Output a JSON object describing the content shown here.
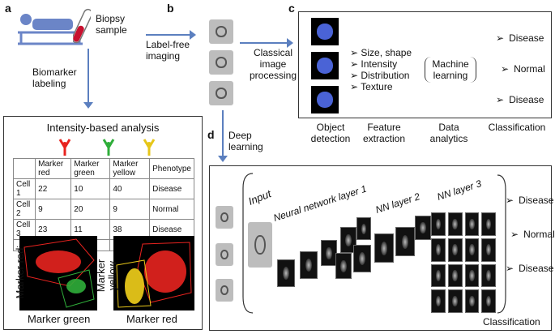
{
  "panels": {
    "a": "a",
    "b": "b",
    "c": "c",
    "d": "d"
  },
  "a": {
    "biopsy_sample": "Biopsy sample",
    "biomarker_labeling": "Biomarker labeling",
    "analysis_title": "Intensity-based analysis",
    "table": {
      "headers": [
        "",
        "Marker red",
        "Marker green",
        "Marker yellow",
        "Phenotype"
      ],
      "rows": [
        [
          "Cell 1",
          "22",
          "10",
          "40",
          "Disease"
        ],
        [
          "Cell 2",
          "9",
          "20",
          "9",
          "Normal"
        ],
        [
          "Cell 3",
          "23",
          "11",
          "38",
          "Disease"
        ],
        [
          "...",
          "...",
          "...",
          "...",
          "..."
        ]
      ]
    },
    "plot1": {
      "ylabel": "Marker red",
      "xlabel": "Marker green"
    },
    "plot2": {
      "ylabel": "Marker yellow",
      "xlabel": "Marker red"
    }
  },
  "b": {
    "label_free_imaging": "Label-free imaging"
  },
  "c": {
    "classical_processing": "Classical image processing",
    "features": [
      "Size, shape",
      "Intensity",
      "Distribution",
      "Texture"
    ],
    "machine_learning": "Machine learning",
    "outcomes": [
      "Disease",
      "Normal",
      "Disease"
    ],
    "steps": [
      "Object detection",
      "Feature extraction",
      "Data analytics",
      "Classification"
    ]
  },
  "d": {
    "deep_learning": "Deep learning",
    "input": "Input",
    "layer1": "Neural network layer 1",
    "layer2": "NN layer 2",
    "layer3": "NN layer 3",
    "outcomes": [
      "Disease",
      "Normal",
      "Disease"
    ],
    "classification": "Classification"
  },
  "colors": {
    "arrow": "#5b7fbf",
    "detect_blue": "#4a63d6",
    "marker_red": "#e8231f",
    "marker_green": "#2fae3a",
    "marker_yellow": "#e6c619"
  }
}
